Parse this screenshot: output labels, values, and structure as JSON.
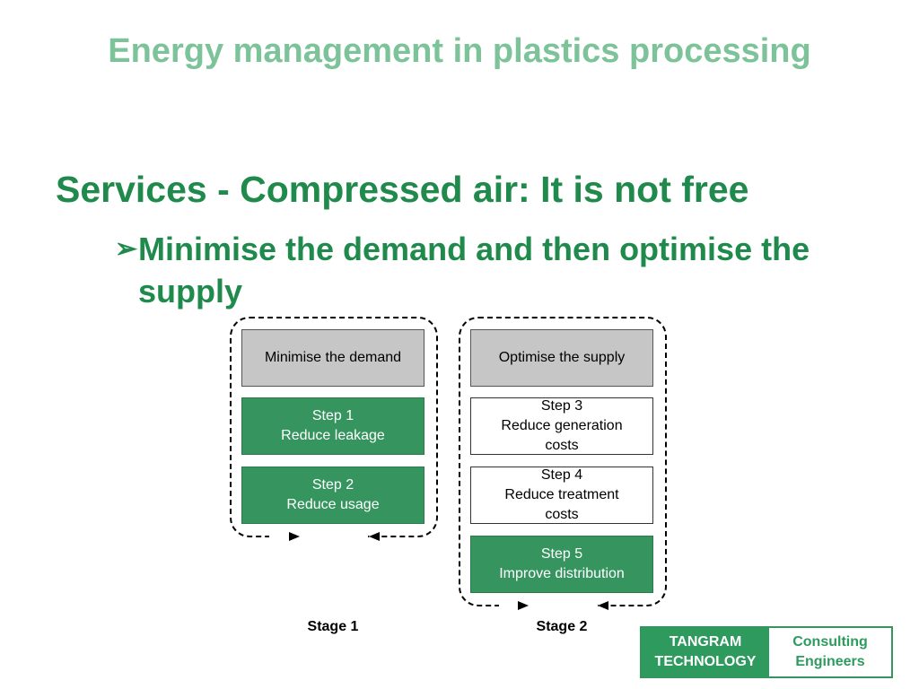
{
  "slide": {
    "title": "Energy management in plastics processing",
    "heading": "Services - Compressed air: It is not free",
    "bullet_marker": "➢",
    "bullet_text": "Minimise the demand and then optimise the supply"
  },
  "diagram": {
    "stage1": {
      "header": "Minimise the demand",
      "step1": {
        "line1": "Step 1",
        "line2": "Reduce leakage"
      },
      "step2": {
        "line1": "Step 2",
        "line2": "Reduce usage"
      },
      "label": "Stage 1"
    },
    "stage2": {
      "header": "Optimise the supply",
      "step3": {
        "line1": "Step 3",
        "line2": "Reduce generation",
        "line3": "costs"
      },
      "step4": {
        "line1": "Step 4",
        "line2": "Reduce treatment",
        "line3": "costs"
      },
      "step5": {
        "line1": "Step 5",
        "line2": "Improve distribution"
      },
      "label": "Stage 2"
    }
  },
  "logo": {
    "left_line1": "TANGRAM",
    "left_line2": "TECHNOLOGY",
    "right_line1": "Consulting",
    "right_line2": "Engineers"
  },
  "colors": {
    "title": "#7cc39a",
    "heading": "#1f8a4c",
    "step_green": "#36955f",
    "header_grey": "#c6c6c6"
  }
}
